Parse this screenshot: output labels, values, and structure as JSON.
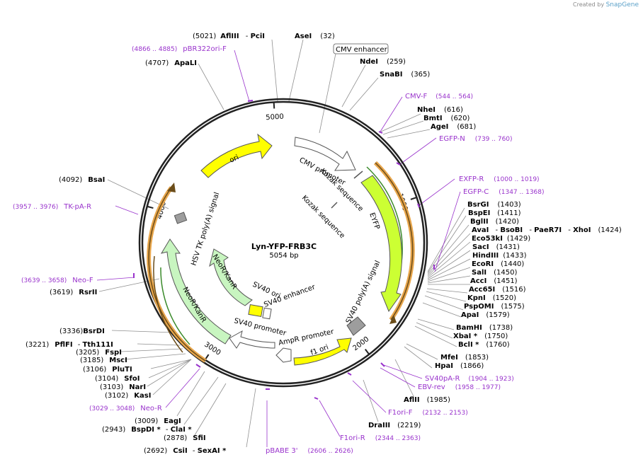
{
  "branding": {
    "created_by": "Created by",
    "product": "SnapGene"
  },
  "plasmid": {
    "name": "Lyn-YFP-FRB3C",
    "size": "5054 bp",
    "length": 5054
  },
  "ticks": [
    {
      "pos": 1000,
      "label": "1000"
    },
    {
      "pos": 2000,
      "label": "2000"
    },
    {
      "pos": 3000,
      "label": "3000"
    },
    {
      "pos": 4000,
      "label": "4000"
    },
    {
      "pos": 5000,
      "label": "5000"
    }
  ],
  "colors": {
    "ring": "#222222",
    "yellow": "#ffff00",
    "lime": "#ccff33",
    "green": "#c8f5c0",
    "gray": "#9d9d9d",
    "orange": "#e8a64c",
    "primer": "#9933cc",
    "leader": "#8f8f8f"
  },
  "features": [
    {
      "id": "cmv-promoter",
      "label": "CMV promoter",
      "start": 30,
      "end": 600,
      "kind": "arrow",
      "color": "#ffffff"
    },
    {
      "id": "ori",
      "label": "ori",
      "start": 4300,
      "end": 4920,
      "kind": "arrow",
      "color": "#ffff00"
    },
    {
      "id": "eyfp",
      "label": "EYFP",
      "start": 780,
      "end": 1450,
      "kind": "arrow",
      "color": "#ccff33"
    },
    {
      "id": "sv40-polya",
      "label": "SV40 poly(A) signal",
      "start": 1715,
      "end": 1800,
      "kind": "box",
      "color": "#9d9d9d"
    },
    {
      "id": "f1-ori",
      "label": "f1 ori",
      "start": 2010,
      "end": 2440,
      "kind": "arrow",
      "color": "#ffff00"
    },
    {
      "id": "ampr-promoter",
      "label": "AmpR promoter",
      "start": 2440,
      "end": 2545,
      "kind": "arrow",
      "color": "#ffffff"
    },
    {
      "id": "sv40-promoter",
      "label": "SV40 promoter",
      "start": 2545,
      "end": 2875,
      "kind": "arrow",
      "color": "#ffffff"
    },
    {
      "id": "sv40-ori",
      "label": "SV40 ori",
      "start": 2710,
      "end": 2770,
      "kind": "box",
      "color": "#ffff00"
    },
    {
      "id": "neor-kanr",
      "label": "NeoR/KanR",
      "start": 2930,
      "end": 3735,
      "kind": "arrow",
      "color": "#c8f5c0"
    },
    {
      "id": "hsv-tk-polya",
      "label": "HSV TK poly(A) signal",
      "start": 3870,
      "end": 3950,
      "kind": "box",
      "color": "#9d9d9d"
    }
  ],
  "feature_labels": {
    "cmv_enhancer": "CMV enhancer",
    "cmv_promoter": "CMV promoter",
    "kozak_1": "Kozak sequence",
    "kozak_2": "Kozak sequence",
    "eyfp": "EYFP",
    "sv40_polya": "SV40 poly(A) signal",
    "f1_ori": "f1 ori",
    "ampr_promoter": "AmpR promoter",
    "sv40_promoter": "SV40 promoter",
    "sv40_enhancer": "SV40 enhancer",
    "sv40_ori": "SV40 ori",
    "neor_inner": "NeoR/KanR",
    "neor_outer": "NeoR/KanR",
    "hsv_tk": "HSV TK poly(A) signal",
    "ori": "ori"
  },
  "sites": [
    {
      "name": "AflIII",
      "name2": "PciI",
      "coord": "(5021)"
    },
    {
      "name": "AseI",
      "coord": "(32)"
    },
    {
      "name": "NdeI",
      "coord": "(259)"
    },
    {
      "name": "SnaBI",
      "coord": "(365)"
    },
    {
      "name": "NheI",
      "coord": "(616)"
    },
    {
      "name": "BmtI",
      "coord": "(620)"
    },
    {
      "name": "AgeI",
      "coord": "(681)"
    },
    {
      "name": "BsrGI",
      "coord": "(1403)"
    },
    {
      "name": "BspEI",
      "coord": "(1411)"
    },
    {
      "name": "BglII",
      "coord": "(1420)"
    },
    {
      "name": "AvaI",
      "name2": "BsoBI",
      "name3": "PaeR7I",
      "name4": "XhoI",
      "coord": "(1424)"
    },
    {
      "name": "Eco53kI",
      "coord": "(1429)"
    },
    {
      "name": "SacI",
      "coord": "(1431)"
    },
    {
      "name": "HindIII",
      "coord": "(1433)"
    },
    {
      "name": "EcoRI",
      "coord": "(1440)"
    },
    {
      "name": "SalI",
      "coord": "(1450)"
    },
    {
      "name": "AccI",
      "coord": "(1451)"
    },
    {
      "name": "Acc65I",
      "coord": "(1516)"
    },
    {
      "name": "KpnI",
      "coord": "(1520)"
    },
    {
      "name": "PspOMI",
      "coord": "(1575)"
    },
    {
      "name": "ApaI",
      "coord": "(1579)"
    },
    {
      "name": "BamHI",
      "coord": "(1738)"
    },
    {
      "name": "XbaI *",
      "coord": "(1750)"
    },
    {
      "name": "BclI *",
      "coord": "(1760)"
    },
    {
      "name": "MfeI",
      "coord": "(1853)"
    },
    {
      "name": "HpaI",
      "coord": "(1866)"
    },
    {
      "name": "AflII",
      "coord": "(1985)"
    },
    {
      "name": "DraIII",
      "coord": "(2219)"
    },
    {
      "name": "CsiI",
      "name2": "SexAI *",
      "coord": "(2692)"
    },
    {
      "name": "SfiI",
      "coord": "(2878)"
    },
    {
      "name": "BspDI *",
      "name2": "ClaI *",
      "coord": "(2943)"
    },
    {
      "name": "EagI",
      "coord": "(3009)"
    },
    {
      "name": "KasI",
      "coord": "(3102)"
    },
    {
      "name": "NarI",
      "coord": "(3103)"
    },
    {
      "name": "SfoI",
      "coord": "(3104)"
    },
    {
      "name": "PluTI",
      "coord": "(3106)"
    },
    {
      "name": "MscI",
      "coord": "(3185)"
    },
    {
      "name": "FspI",
      "coord": "(3205)"
    },
    {
      "name": "PflFI",
      "name2": "Tth111I",
      "coord": "(3221)"
    },
    {
      "name": "BsrDI",
      "coord": "(3336)"
    },
    {
      "name": "RsrII",
      "coord": "(3619)"
    },
    {
      "name": "BsaI",
      "coord": "(4092)"
    },
    {
      "name": "ApaLI",
      "coord": "(4707)"
    }
  ],
  "primers": [
    {
      "name": "CMV-F",
      "coord": "(544 .. 564)"
    },
    {
      "name": "EGFP-N",
      "coord": "(739 .. 760)"
    },
    {
      "name": "EXFP-R",
      "coord": "(1000 .. 1019)"
    },
    {
      "name": "EGFP-C",
      "coord": "(1347 .. 1368)"
    },
    {
      "name": "SV40pA-R",
      "coord": "(1904 .. 1923)"
    },
    {
      "name": "EBV-rev",
      "coord": "(1958 .. 1977)"
    },
    {
      "name": "F1ori-F",
      "coord": "(2132 .. 2153)"
    },
    {
      "name": "F1ori-R",
      "coord": "(2344 .. 2363)"
    },
    {
      "name": "pBABE 3'",
      "coord": "(2606 .. 2626)"
    },
    {
      "name": "Neo-R",
      "coord": "(3029 .. 3048)"
    },
    {
      "name": "Neo-F",
      "coord": "(3639 .. 3658)"
    },
    {
      "name": "TK-pA-R",
      "coord": "(3957 .. 3976)"
    },
    {
      "name": "pBR322ori-F",
      "coord": "(4866 .. 4885)"
    }
  ]
}
